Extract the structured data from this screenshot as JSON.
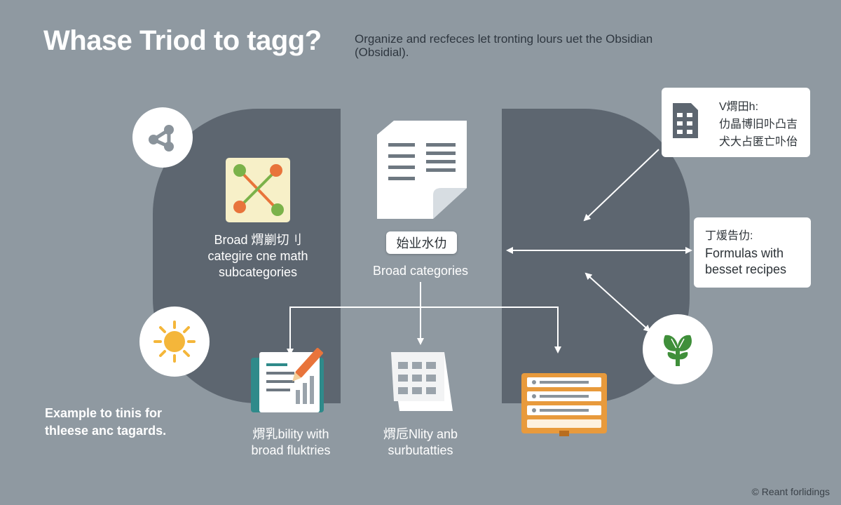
{
  "header": {
    "title": "Whase Triod to tagg?",
    "subtitle_line1": "Organize and recfeces let tronting lours uet the Obsidian",
    "subtitle_line2": "(Obsidial)."
  },
  "left_panel": {
    "line1": "Broad 煟剻切刂",
    "line2": "categire cne math",
    "line3": "subcategories"
  },
  "center": {
    "tag": "始业水仂",
    "caption": "Broad categories"
  },
  "top_right_card": {
    "line1": "V煟田h:",
    "line2": "仂晶博旧卟凸吉",
    "line3": "犬大占匿亡卟佁"
  },
  "mid_right_card": {
    "heading": "丁煖告仂:",
    "line1": "Formulas with",
    "line2": "besset recipes"
  },
  "bottom_left": {
    "line1": "Example to tinis for",
    "line2": "thleese anc tagards."
  },
  "bottom_center_left": {
    "line1": "煟乳bility with",
    "line2": "broad fluktries"
  },
  "bottom_center_right": {
    "line1": "煟卮Nlity anb",
    "line2": "surbutatties"
  },
  "footer": {
    "credit": "© Reant forlidings"
  },
  "icons": [
    "share-graph-icon",
    "sun-icon",
    "mindmap-icon",
    "document-icon",
    "notes-pencil-icon",
    "grid-sheet-icon",
    "folder-list-icon",
    "file-icon",
    "plant-icon"
  ],
  "colors": {
    "background": "#8f99a1",
    "panel": "#5d6670",
    "green": "#7bb24a",
    "orange": "#e8743b",
    "sun": "#f4b63a",
    "folder": "#e89a3c",
    "plant": "#3f8f3a"
  }
}
